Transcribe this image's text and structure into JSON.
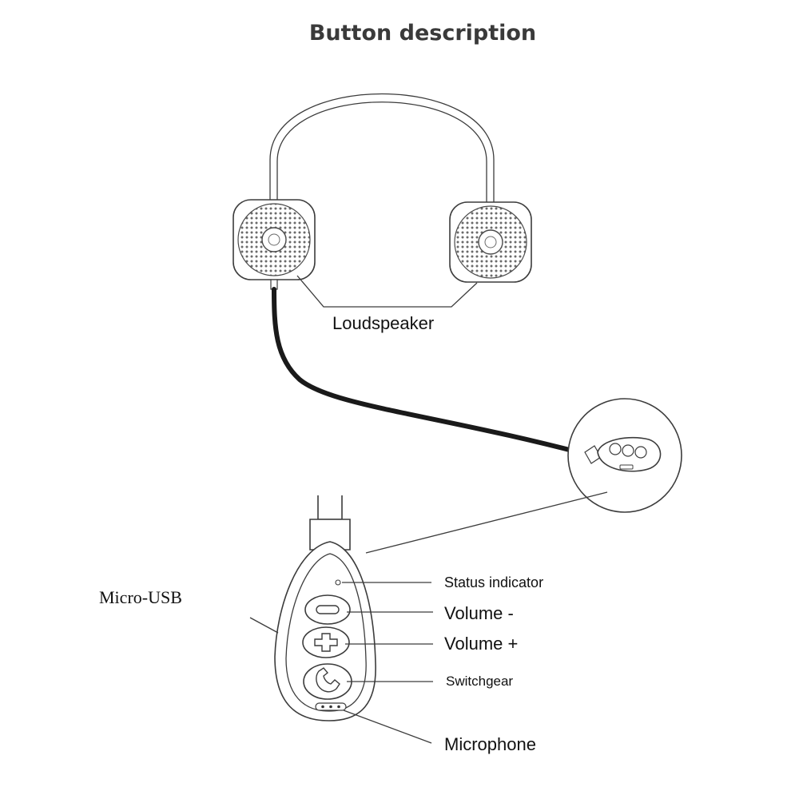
{
  "title": "Button description",
  "labels": {
    "loudspeaker": "Loudspeaker",
    "micro_usb": "Micro-USB",
    "status_indicator": "Status indicator",
    "volume_minus": "Volume -",
    "volume_plus": "Volume +",
    "switchgear": "Switchgear",
    "microphone": "Microphone"
  },
  "colors": {
    "line": "#3c3c3c",
    "cable": "#1a1a1a",
    "text": "#111111"
  }
}
